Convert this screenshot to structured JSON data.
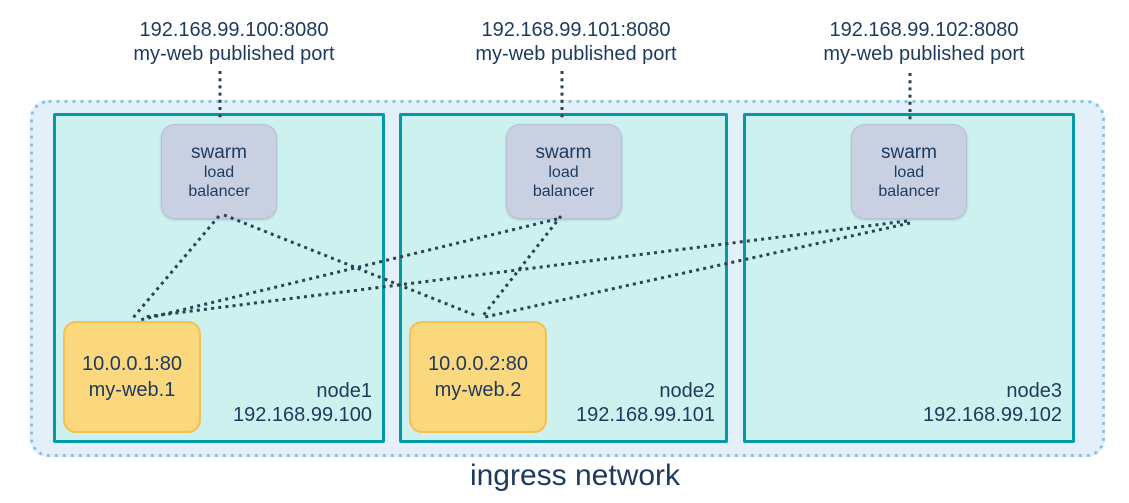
{
  "title": "ingress network",
  "published_ports": [
    {
      "address": "192.168.99.100:8080",
      "caption": "my-web published port"
    },
    {
      "address": "192.168.99.101:8080",
      "caption": "my-web published port"
    },
    {
      "address": "192.168.99.102:8080",
      "caption": "my-web published port"
    }
  ],
  "load_balancer": {
    "line1": "swarm",
    "line2": "load",
    "line3": "balancer"
  },
  "nodes": [
    {
      "name": "node1",
      "ip": "192.168.99.100",
      "task": {
        "address": "10.0.0.1:80",
        "name": "my-web.1"
      }
    },
    {
      "name": "node2",
      "ip": "192.168.99.101",
      "task": {
        "address": "10.0.0.2:80",
        "name": "my-web.2"
      }
    },
    {
      "name": "node3",
      "ip": "192.168.99.102"
    }
  ],
  "connections": {
    "port_to_lb": [
      "port1-lb1",
      "port2-lb2",
      "port3-lb3"
    ],
    "lb_to_task": [
      "lb1-task1",
      "lb1-task2",
      "lb2-task1",
      "lb2-task2",
      "lb3-task1",
      "lb3-task2"
    ]
  },
  "colors": {
    "text": "#1d3a5e",
    "node_border": "#019aa6",
    "node_fill": "#ccf1ee",
    "ingress_fill": "#e3f0fa",
    "ingress_border": "#8cc0e0",
    "lb_fill": "#c9d0e2",
    "task_fill": "#fbd77d",
    "task_border": "#f4c050",
    "connection_line": "#2b4154"
  }
}
